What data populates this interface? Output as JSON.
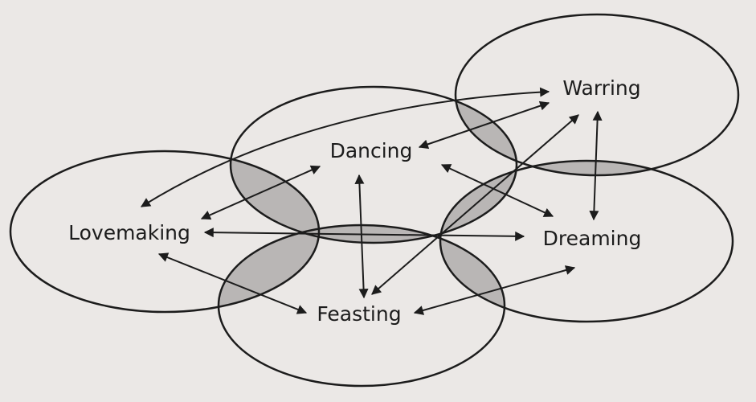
{
  "diagram": {
    "nodes": [
      {
        "id": "warring",
        "label": "Warring"
      },
      {
        "id": "dancing",
        "label": "Dancing"
      },
      {
        "id": "lovemaking",
        "label": "Lovemaking"
      },
      {
        "id": "dreaming",
        "label": "Dreaming"
      },
      {
        "id": "feasting",
        "label": "Feasting"
      }
    ],
    "connections": [
      {
        "from": "lovemaking",
        "to": "warring",
        "bidirectional": true
      },
      {
        "from": "dancing",
        "to": "warring",
        "bidirectional": true
      },
      {
        "from": "lovemaking",
        "to": "dancing",
        "bidirectional": true
      },
      {
        "from": "lovemaking",
        "to": "dreaming",
        "bidirectional": true
      },
      {
        "from": "dancing",
        "to": "feasting",
        "bidirectional": true
      },
      {
        "from": "dancing",
        "to": "dreaming",
        "bidirectional": true
      },
      {
        "from": "warring",
        "to": "dreaming",
        "bidirectional": true
      },
      {
        "from": "lovemaking",
        "to": "feasting",
        "bidirectional": true
      },
      {
        "from": "feasting",
        "to": "warring",
        "bidirectional": true
      },
      {
        "from": "feasting",
        "to": "dreaming",
        "bidirectional": true
      }
    ],
    "colors": {
      "background": "#ebe8e6",
      "stroke": "#1c1c1c",
      "overlap_fill": "#b9b6b5"
    }
  }
}
